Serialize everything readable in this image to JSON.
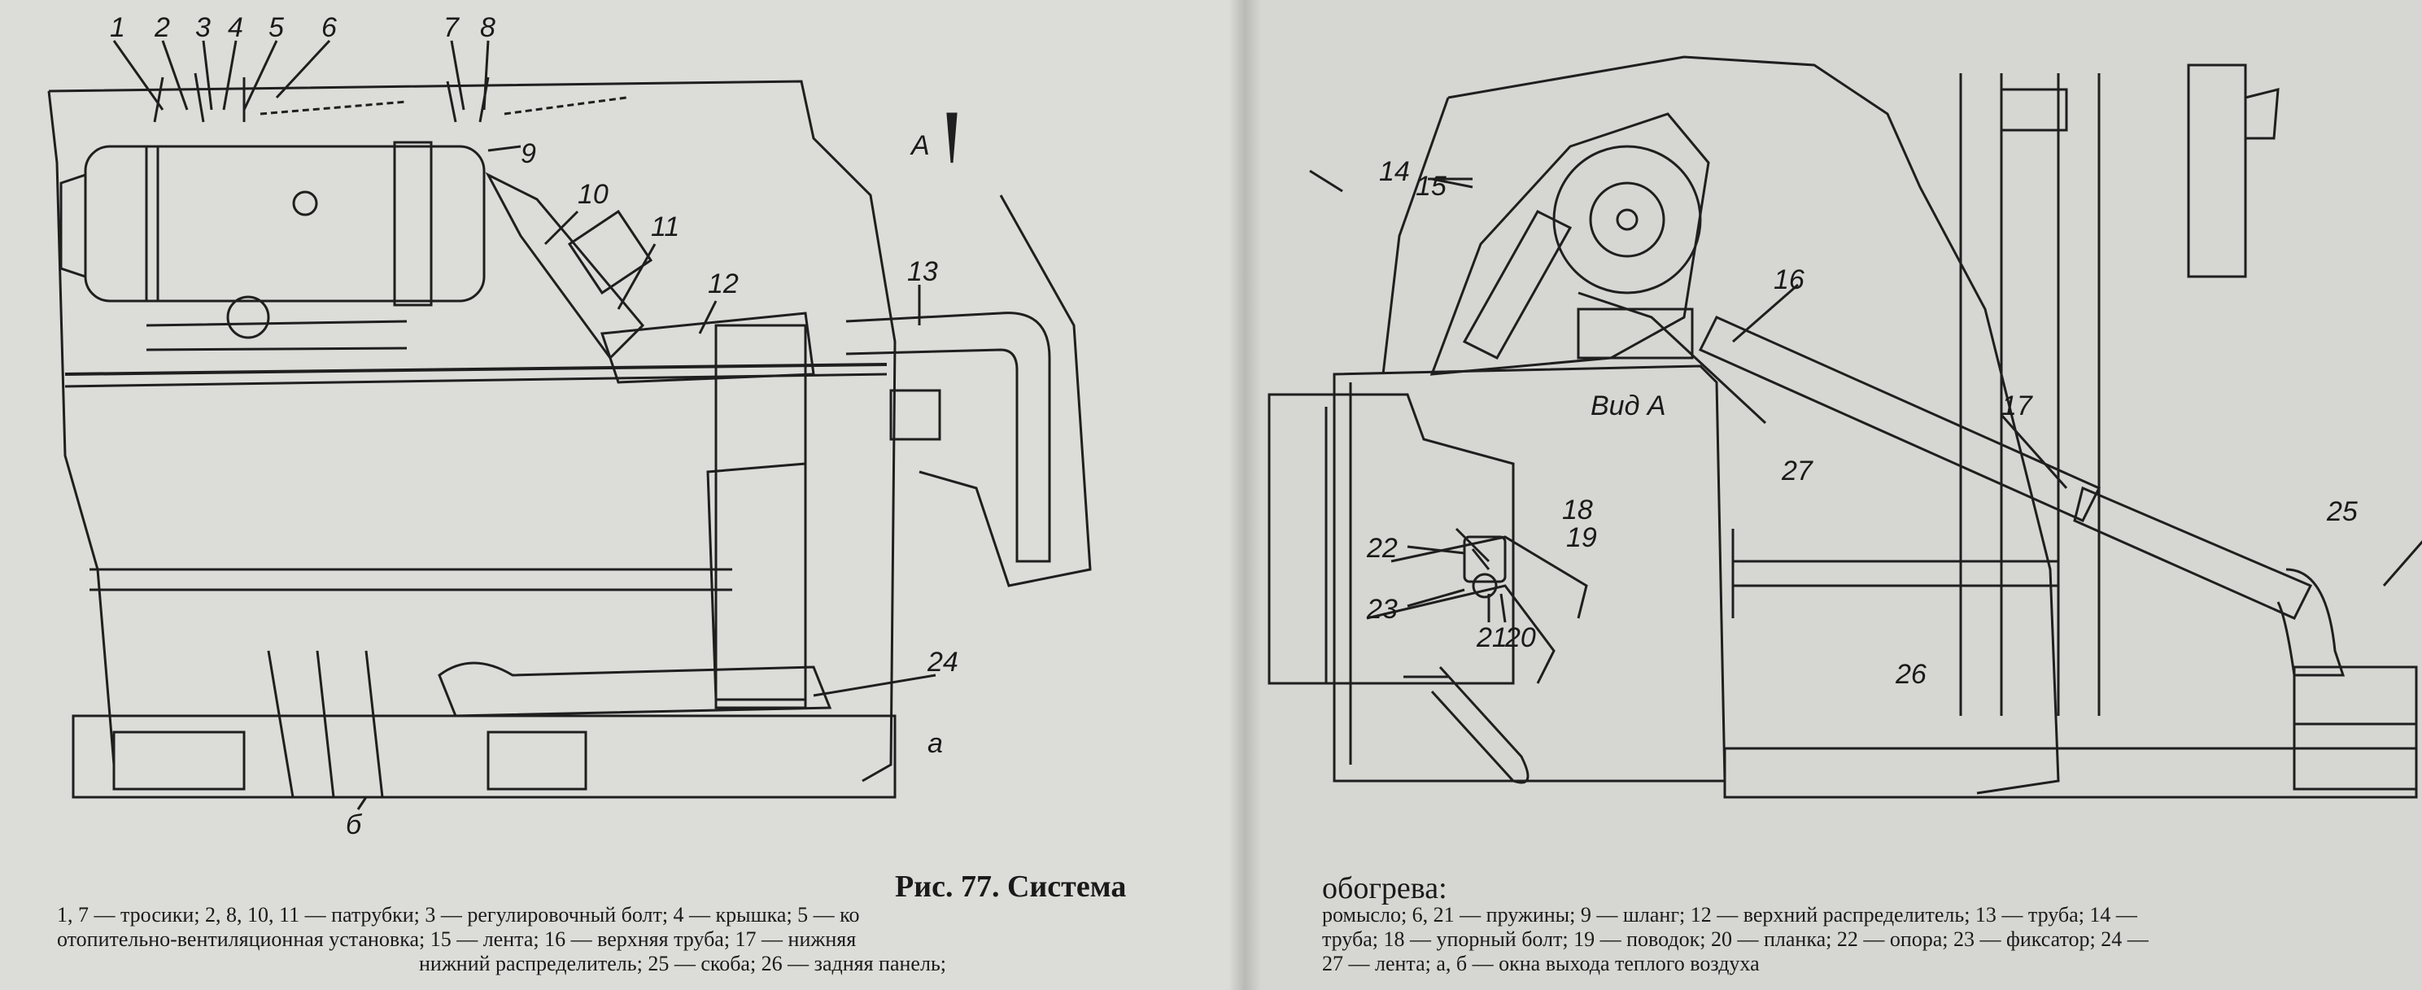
{
  "left_diagram": {
    "callouts": {
      "c1": "1",
      "c2": "2",
      "c3": "3",
      "c4": "4",
      "c5": "5",
      "c6": "6",
      "c7": "7",
      "c8": "8",
      "c9": "9",
      "c10": "10",
      "c11": "11",
      "c12": "12",
      "c13": "13",
      "c24": "24",
      "a": "a",
      "b": "б",
      "A": "А"
    }
  },
  "right_diagram": {
    "view_label": "Вид А",
    "callouts": {
      "c14": "14",
      "c15": "15",
      "c16": "16",
      "c17": "17",
      "c18": "18",
      "c19": "19",
      "c20": "20",
      "c21": "21",
      "c22": "22",
      "c23": "23",
      "c25": "25",
      "c26": "26",
      "c27": "27"
    }
  },
  "caption": {
    "title_left": "Рис. 77. Система",
    "title_right": "обогрева:",
    "left_line1": "1, 7 — тросики; 2, 8, 10, 11 — патрубки; 3 — регулировочный болт; 4 — крышка; 5 — ко",
    "left_line2": "отопительно-вентиляционная установка; 15 — лента; 16 — верхняя труба; 17 — нижняя",
    "left_line3": "нижний распределитель; 25 — скоба; 26 — задняя панель;",
    "right_line1": "ромысло; 6, 21 — пружины; 9 — шланг; 12 — верхний распределитель; 13 — труба; 14 —",
    "right_line2": "труба; 18 — упорный болт; 19 — поводок; 20 — планка; 22 — опора; 23 — фиксатор; 24 —",
    "right_line3": "27 — лента; а, б — окна выхода теплого воздуха"
  }
}
